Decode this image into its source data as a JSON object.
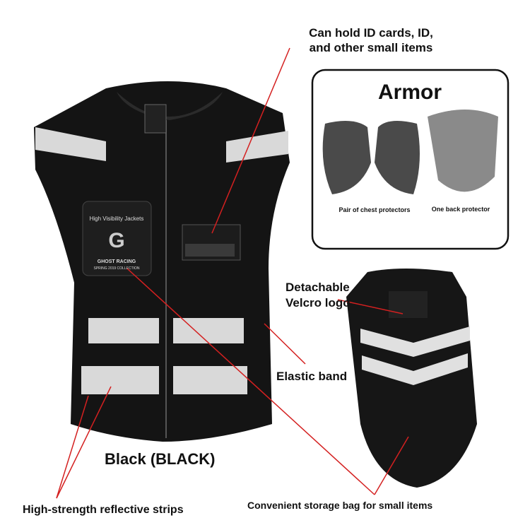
{
  "callouts": {
    "id_pocket_line1": "Can hold ID cards, ID,",
    "id_pocket_line2": "and other small items",
    "velcro_line1": "Detachable",
    "velcro_line2": "Velcro logo",
    "elastic": "Elastic band",
    "color": "Black (BLACK)",
    "strips": "High-strength reflective strips",
    "storage": "Convenient storage bag for small items"
  },
  "armor": {
    "title": "Armor",
    "chest_caption": "Pair of chest protectors",
    "back_caption": "One back protector"
  },
  "patch": {
    "top": "High Visibility Jackets",
    "brand": "GHOST RACING",
    "collection": "SPRING 2019 COLLECTION"
  },
  "colors": {
    "callout_line": "#d42020",
    "vest": "#141414",
    "reflective": "#d9d9d9"
  }
}
